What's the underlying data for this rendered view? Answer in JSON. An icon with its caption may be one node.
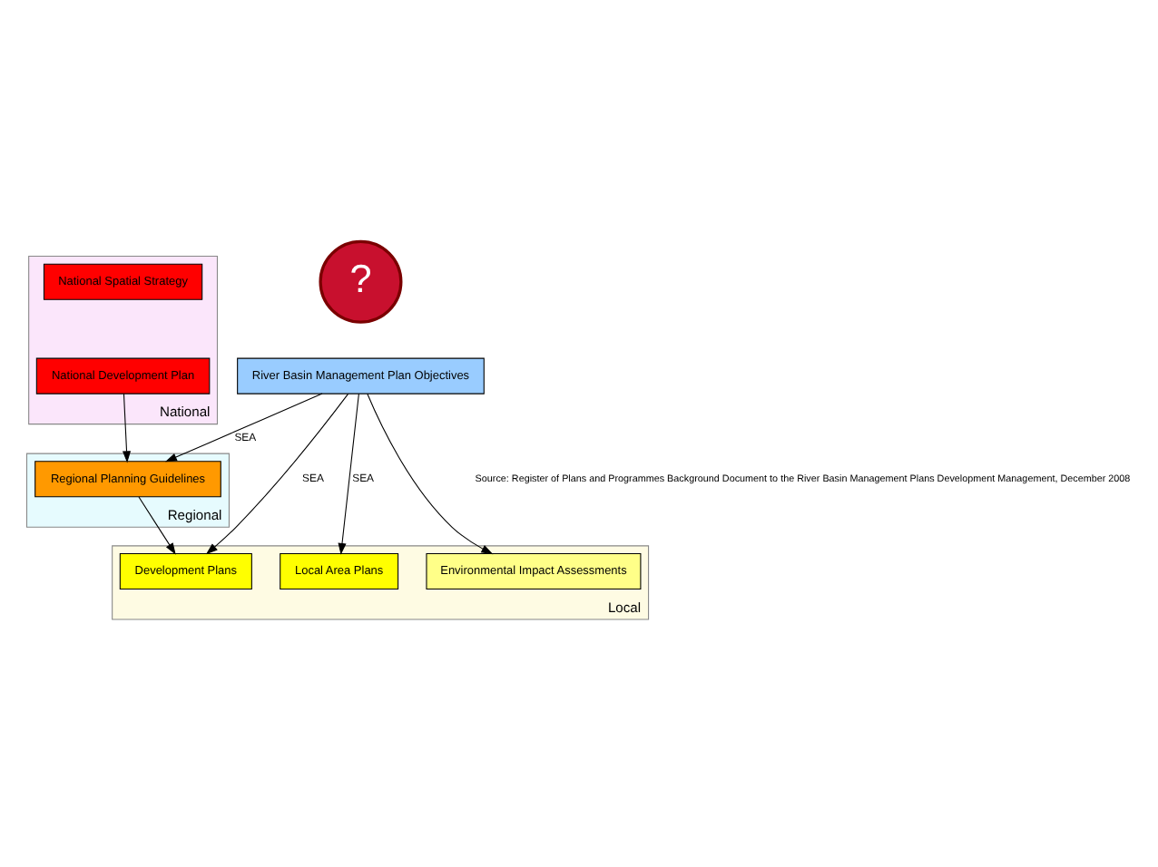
{
  "diagram": {
    "nodes": [
      {
        "text": [
          "National"
        ]
      },
      {
        "text": [
          "National Spatial Strategy"
        ],
        "in": 0
      },
      {
        "text": [
          "National Development Plan"
        ],
        "in": 0
      },
      {
        "text": [
          "Regional"
        ]
      },
      {
        "text": [
          "Regional Planning Guidelines"
        ],
        "in": 3
      },
      {
        "text": [
          "Local"
        ]
      },
      {
        "text": [
          "Development Plans"
        ],
        "in": 5
      },
      {
        "text": [
          "Local Area Plans"
        ],
        "in": 5
      },
      {
        "text": [
          "Environmental Impact Assessments"
        ],
        "in": 5
      },
      {
        "text": [
          "River Basin Management Plan Objectives"
        ]
      },
      {
        "text": [
          "?"
        ]
      }
    ],
    "edges": [
      {
        "from": 2,
        "to": 4,
        "arrow": "to"
      },
      {
        "from": 4,
        "to": 6,
        "arrow": "to"
      },
      {
        "from": 9,
        "to": 4,
        "arrow": "to",
        "label": "SEA"
      },
      {
        "from": 9,
        "to": 6,
        "arrow": "to",
        "label": "SEA"
      },
      {
        "from": 9,
        "to": 7,
        "arrow": "to",
        "label": "SEA"
      },
      {
        "from": 9,
        "to": 8,
        "arrow": "to"
      }
    ],
    "labels": [
      "Source: Register of Plans and Programmes Background Document to the River Basin Management Plans Development Management, December 2008"
    ]
  }
}
